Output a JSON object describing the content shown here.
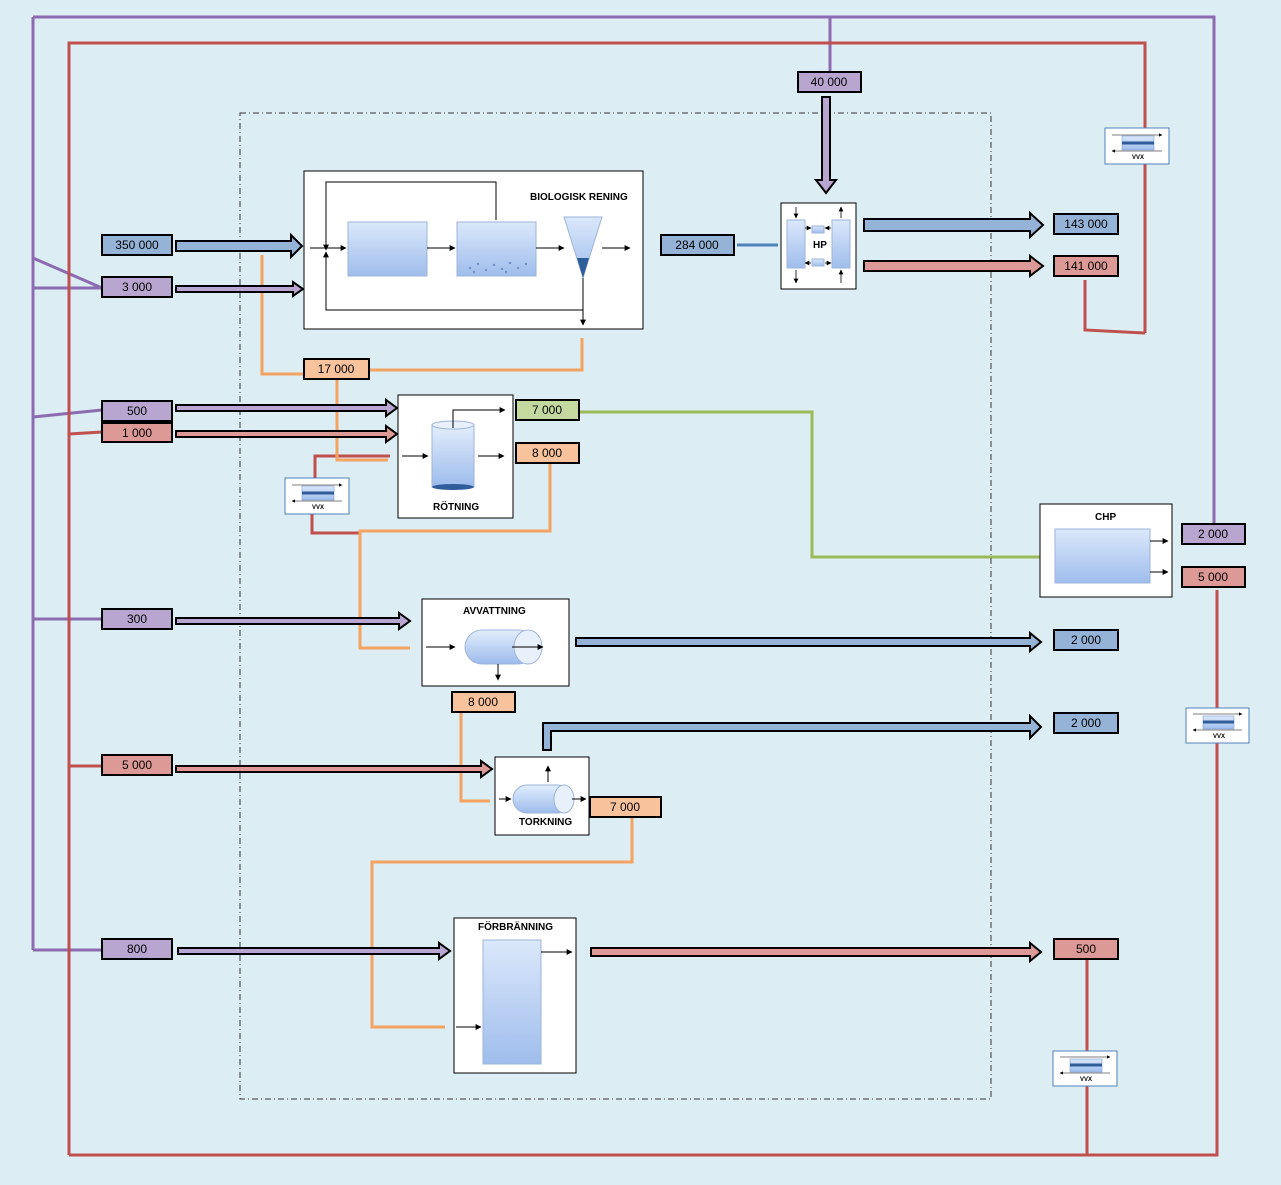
{
  "colors": {
    "background": "#dcedf3",
    "electricity": "#8c6bb1",
    "heat": "#c0504d",
    "sludge": "#f4a460",
    "biogas": "#9bbb59",
    "water": "#4f81bd",
    "label_purple": "#b8a6d0",
    "label_red": "#dd9995",
    "label_orange": "#f8c39c",
    "label_green": "#c4d9a0",
    "label_blue": "#95b3d7",
    "process_blue": "#c6d9f5"
  },
  "processes": {
    "biologisk_rening": "BIOLOGISK RENING",
    "rotning": "RÖTNING",
    "avvattning": "AVVATTNING",
    "torkning": "TORKNING",
    "forbranning": "FÖRBRÄNNING",
    "chp": "CHP",
    "hp": "HP"
  },
  "vvx_label": "VVX",
  "flows": {
    "wastewater_in": "350 000",
    "el_biologisk": "3 000",
    "el_heatpump": "40 000",
    "treated_water_to_hp": "284 000",
    "water_out": "143 000",
    "heat_out_hp": "141 000",
    "sludge_bio": "17 000",
    "el_rotning": "500",
    "heat_rotning": "1 000",
    "biogas": "7 000",
    "sludge_rotning": "8 000",
    "el_chp": "2 000",
    "heat_chp": "5 000",
    "el_avvattning": "300",
    "water_avvattning": "2 000",
    "sludge_avvattning": "8 000",
    "heat_torkning": "5 000",
    "water_torkning": "2 000",
    "sludge_torkning": "7 000",
    "el_forbranning": "800",
    "heat_forbranning": "500"
  }
}
